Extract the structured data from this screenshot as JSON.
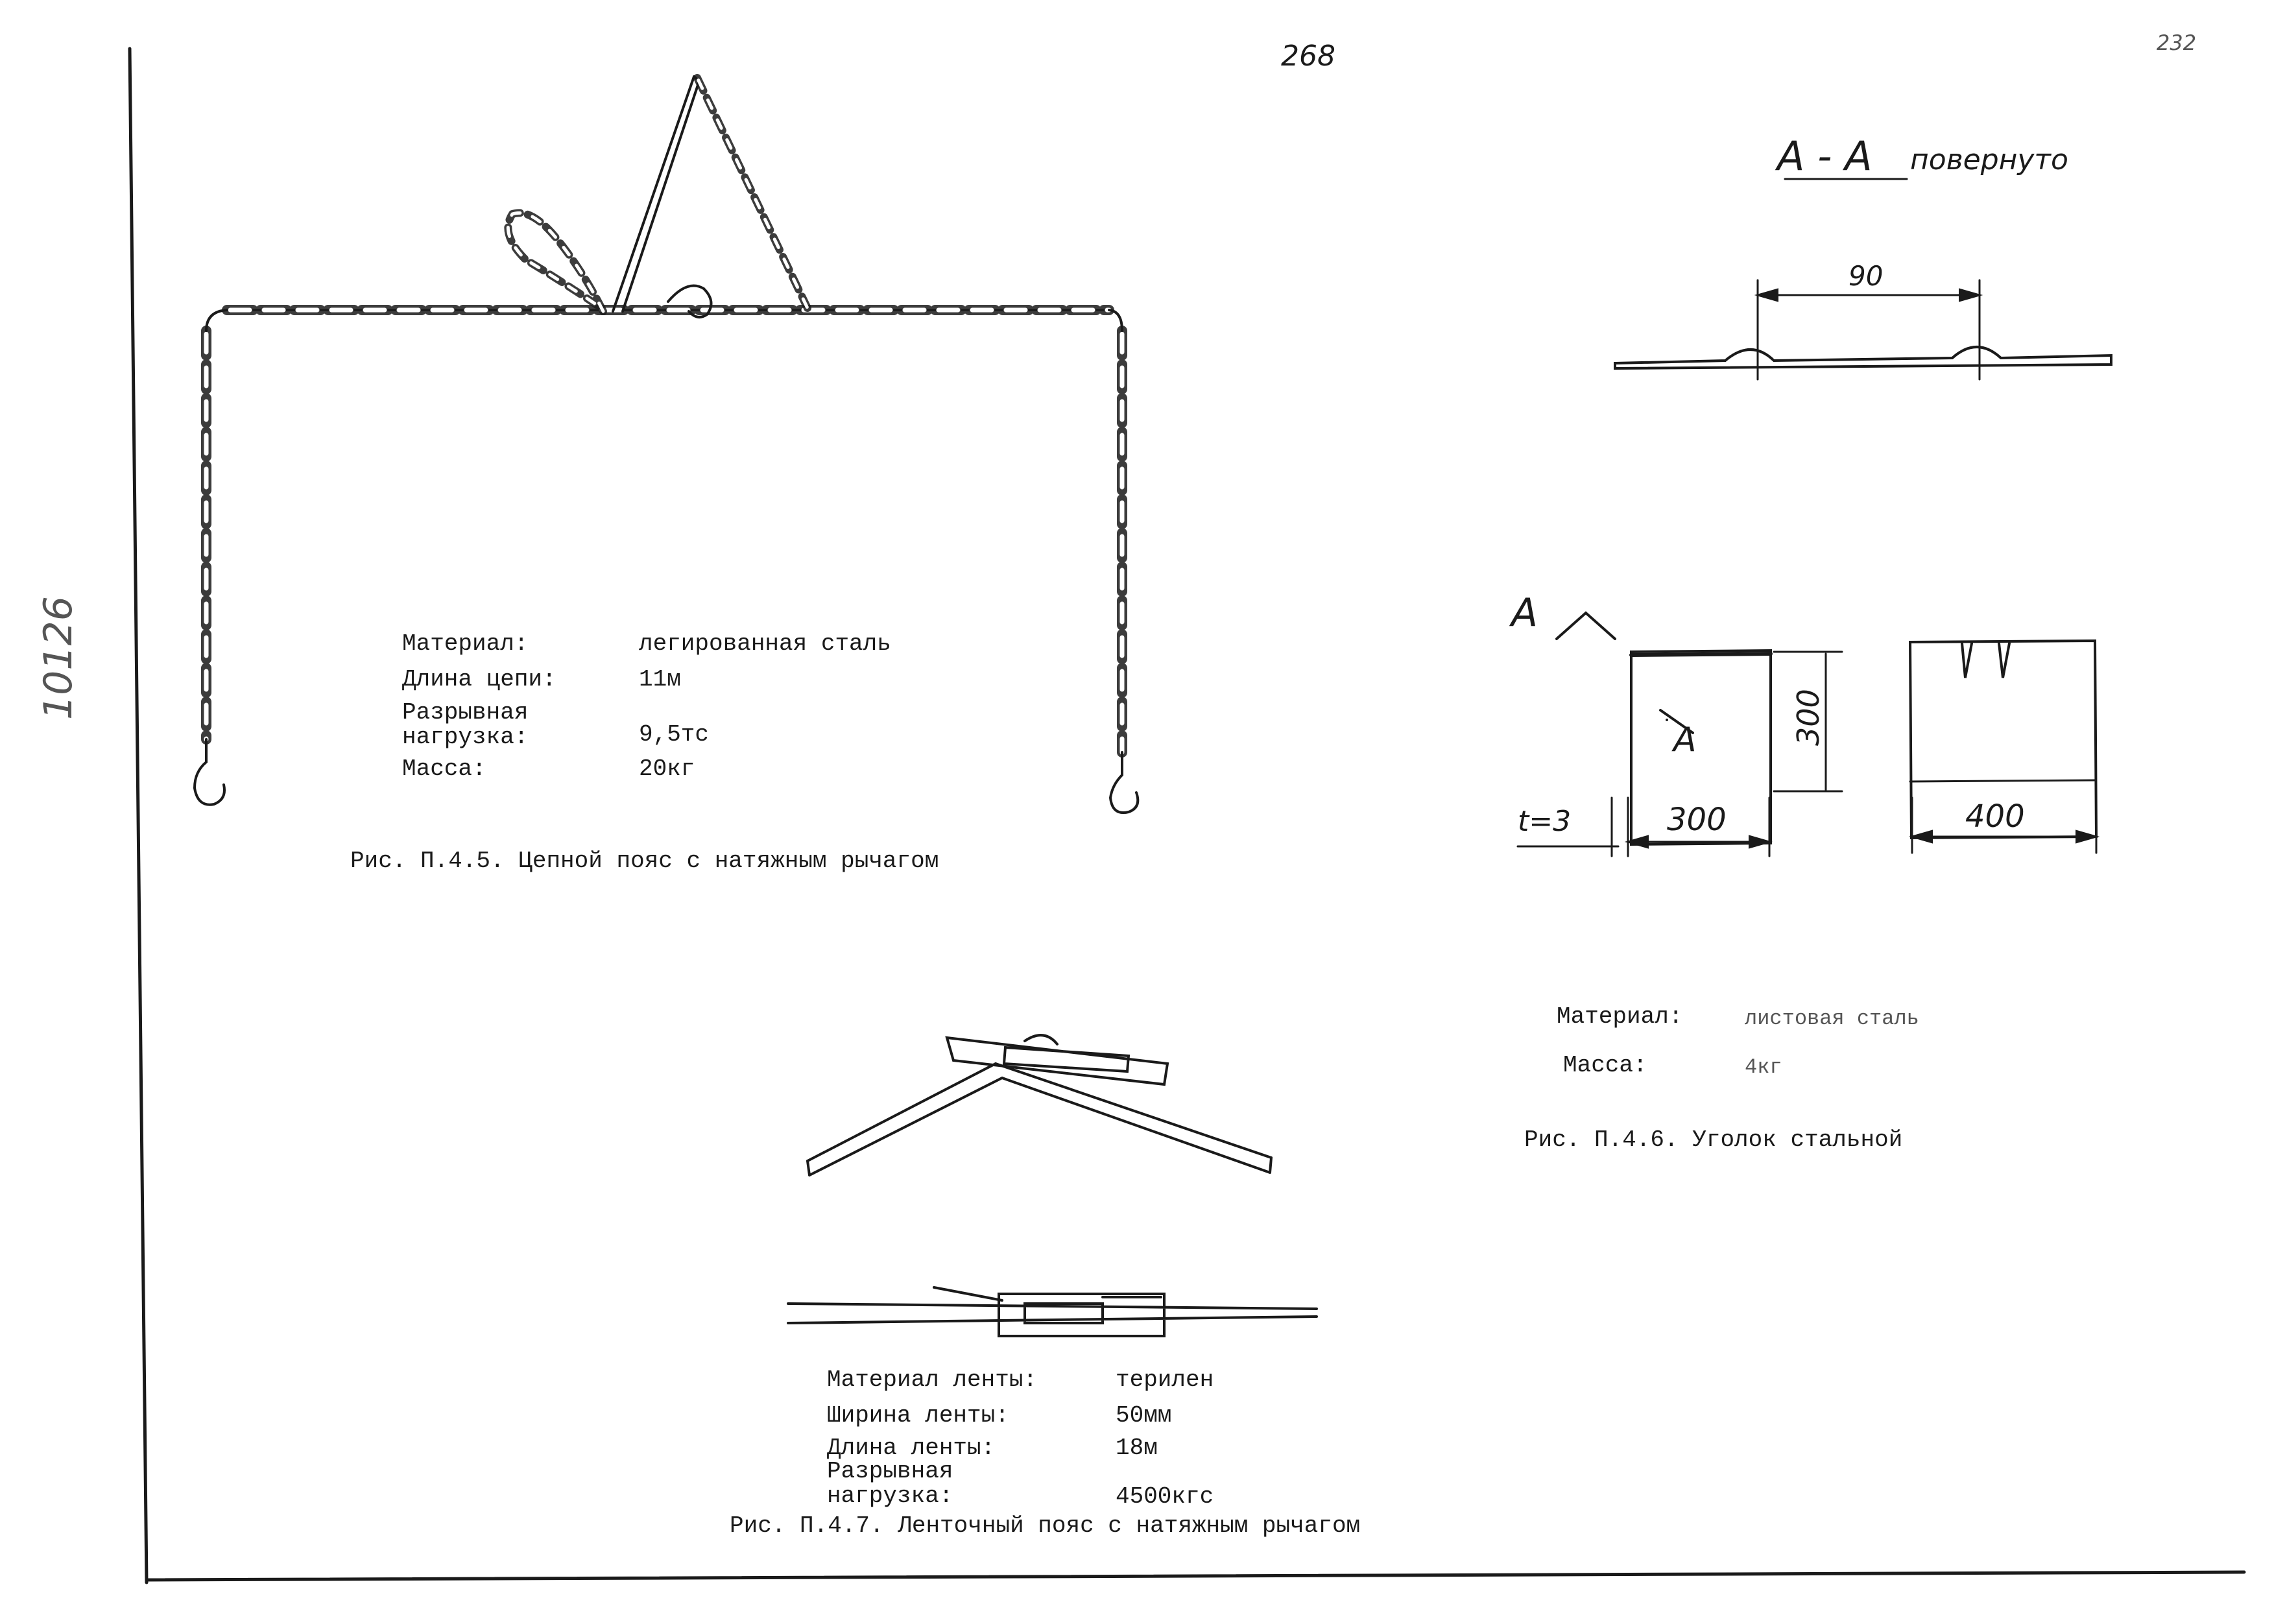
{
  "sheet": {
    "page_number": "268",
    "corner_mark": "232",
    "side_number": "10126"
  },
  "fig_4_5": {
    "caption": "Рис. П.4.5. Цепной пояс с натяжным рычагом",
    "specs": [
      {
        "label": "Материал:",
        "value": "легированная сталь"
      },
      {
        "label": "Длина цепи:",
        "value": "11м"
      },
      {
        "label": "Разрывная нагрузка:",
        "value": "9,5тс"
      },
      {
        "label": "Масса:",
        "value": "20кг"
      }
    ]
  },
  "fig_4_6": {
    "section_title": "А - А",
    "section_note": "повернуто",
    "dim_section_width": "90",
    "cut_marker": "А",
    "dim_height": "300",
    "dim_width": "300",
    "dim_side_width": "400",
    "thickness": "t=3",
    "caption": "Рис. П.4.6. Уголок стальной",
    "specs": [
      {
        "label": "Материал:",
        "value": "листовая сталь"
      },
      {
        "label": "Масса:",
        "value": "4кг"
      }
    ]
  },
  "fig_4_7": {
    "caption": "Рис. П.4.7. Ленточный пояс с натяжным рычагом",
    "specs": [
      {
        "label": "Материал ленты:",
        "value": "терилен"
      },
      {
        "label": "Ширина ленты:",
        "value": "50мм"
      },
      {
        "label": "Длина ленты:",
        "value": "18м"
      },
      {
        "label": "Разрывная нагрузка:",
        "value": "4500кгс"
      }
    ]
  }
}
